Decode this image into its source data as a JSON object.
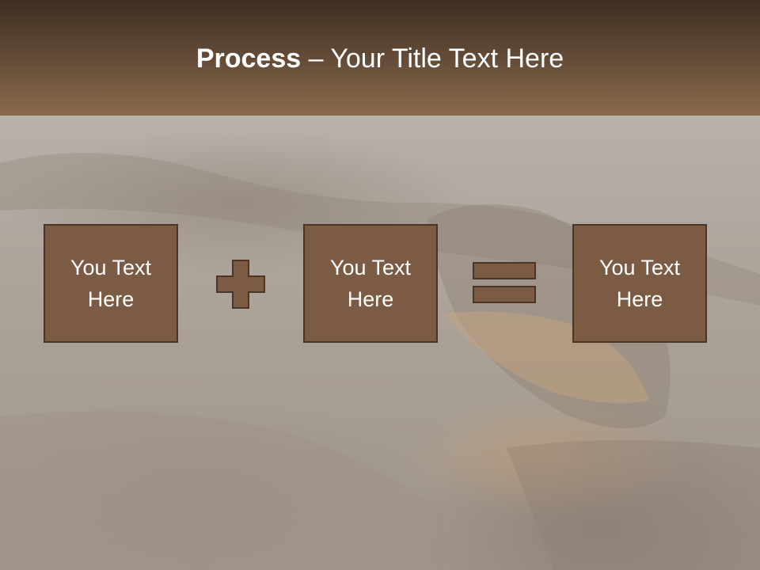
{
  "header": {
    "title_bold": "Process",
    "title_rest": " – Your Title Text Here"
  },
  "process": {
    "boxes": [
      {
        "label": "You Text Here"
      },
      {
        "label": "You Text Here"
      },
      {
        "label": "You Text Here"
      }
    ],
    "operators": [
      "plus-icon",
      "equals-icon"
    ]
  },
  "colors": {
    "header_dark": "#3d2e22",
    "header_light": "#8a6a4c",
    "box_fill": "#7b5b44",
    "box_border": "#4a3526",
    "text": "#ffffff"
  }
}
